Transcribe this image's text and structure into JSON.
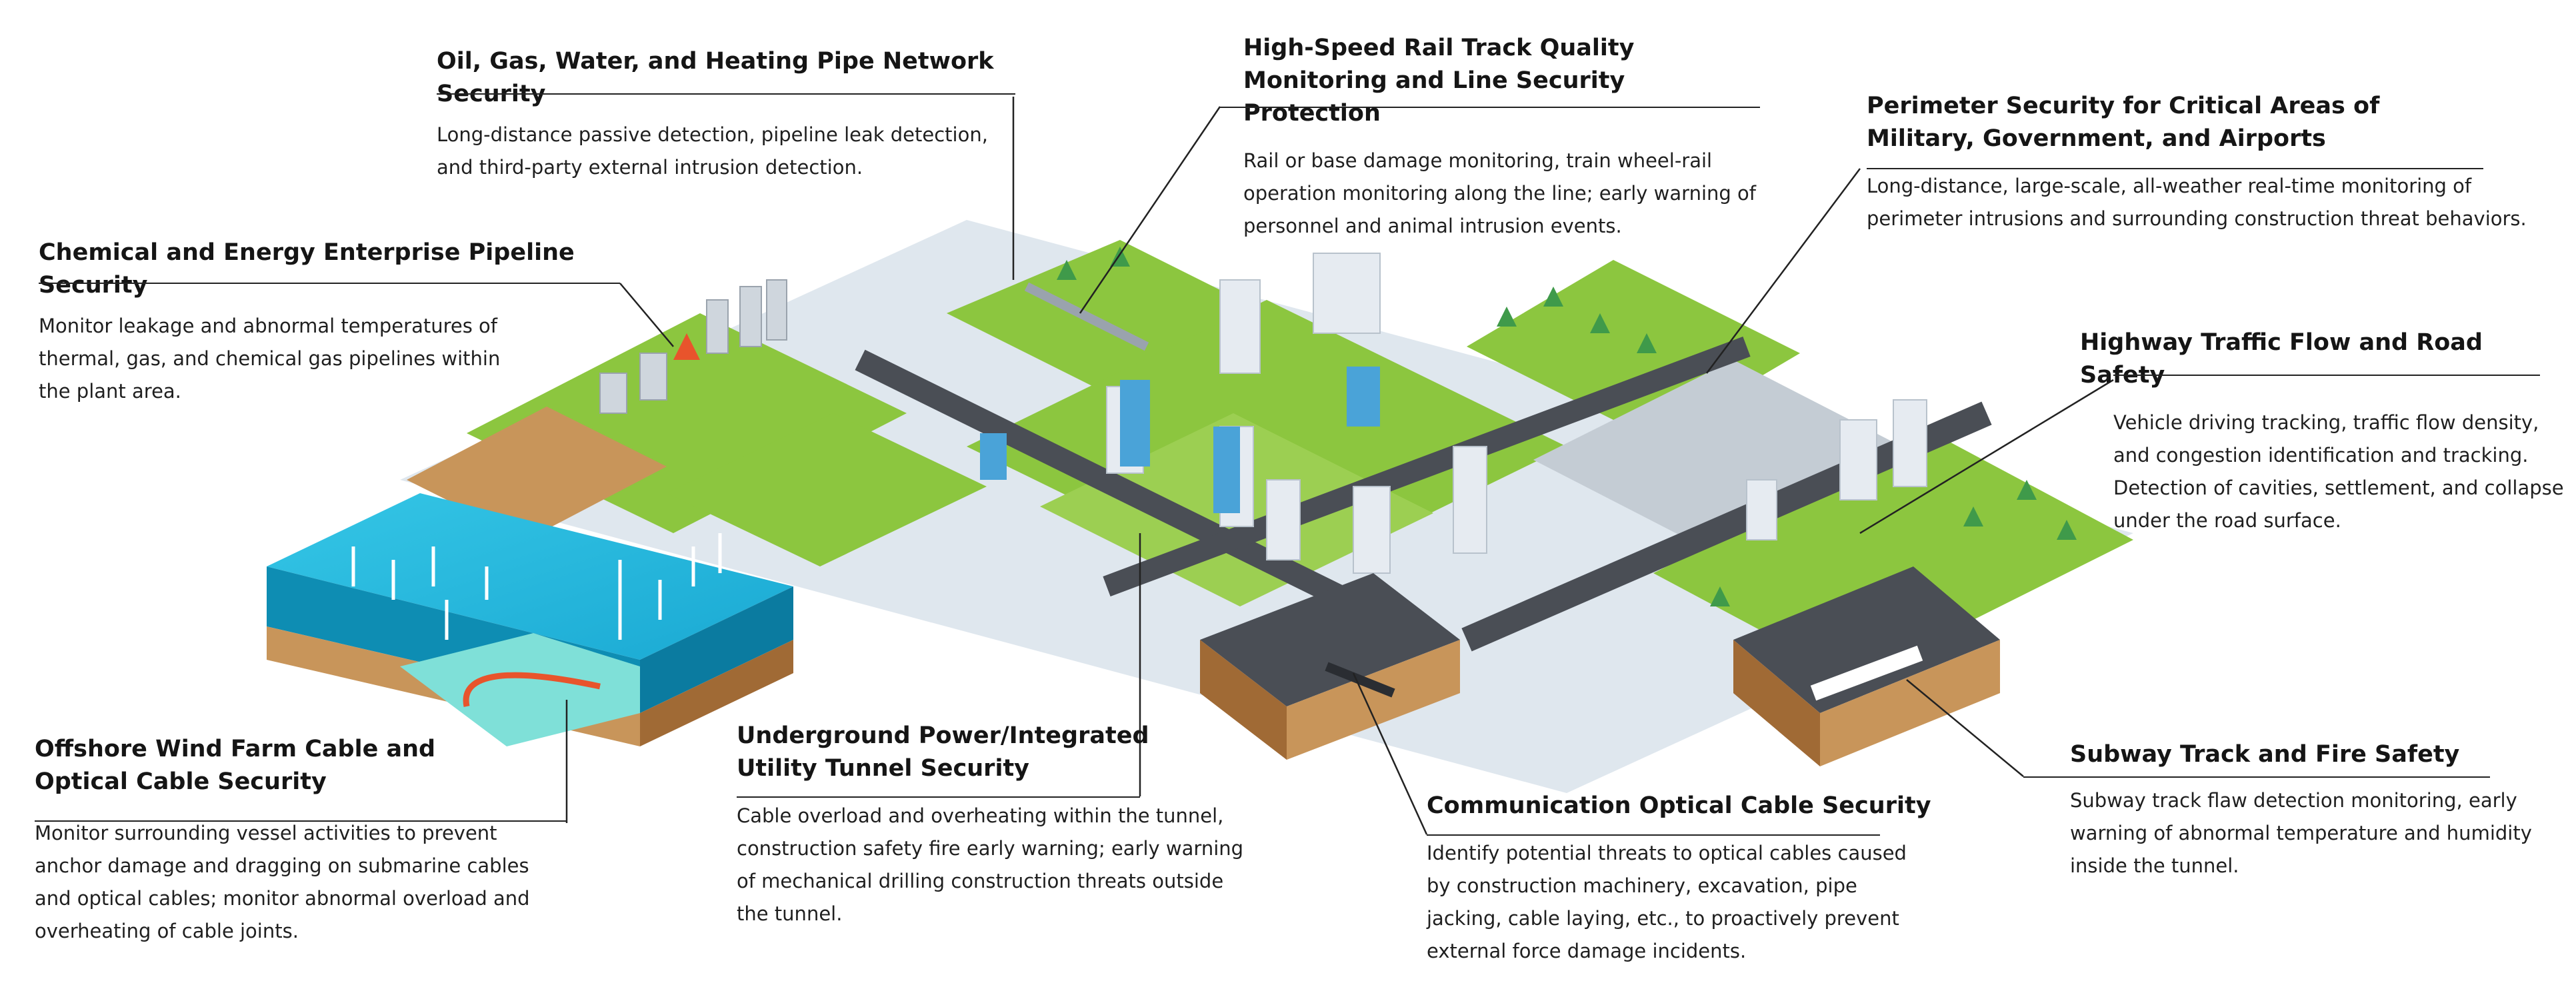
{
  "callouts": [
    {
      "id": "pipe-network",
      "title": "Oil, Gas, Water, and Heating Pipe Network Security",
      "body": "Long-distance passive detection, pipeline leak detection, and third-party external intrusion detection."
    },
    {
      "id": "rail",
      "title": "High-Speed Rail Track Quality Monitoring and Line Security Protection",
      "body": "Rail or base damage monitoring, train wheel-rail operation monitoring along the line; early warning of personnel and animal intrusion events."
    },
    {
      "id": "perimeter",
      "title": "Perimeter Security for Critical Areas of Military, Government, and Airports",
      "body": "Long-distance, large-scale, all-weather real-time monitoring of perimeter intrusions and surrounding construction threat behaviors."
    },
    {
      "id": "chemical",
      "title": "Chemical and Energy Enterprise Pipeline Security",
      "body": "Monitor leakage and abnormal temperatures of thermal, gas, and chemical gas pipelines within the plant area."
    },
    {
      "id": "highway",
      "title": "Highway Traffic Flow and Road Safety",
      "body": "Vehicle driving tracking, traffic flow density, and congestion identification and tracking. Detection of cavities, settlement, and collapse under the road surface."
    },
    {
      "id": "offshore",
      "title": "Offshore Wind Farm Cable and Optical Cable Security",
      "body": "Monitor surrounding vessel activities to prevent anchor damage and dragging on submarine cables and optical cables; monitor abnormal overload and overheating of cable joints."
    },
    {
      "id": "tunnel",
      "title": "Underground Power/Integrated Utility Tunnel Security",
      "body": "Cable overload and overheating within the tunnel, construction safety fire early warning; early warning of mechanical drilling construction threats outside the tunnel."
    },
    {
      "id": "optical",
      "title": "Communication Optical Cable Security",
      "body": "Identify potential threats to optical cables caused by construction machinery, excavation, pipe jacking, cable laying, etc., to proactively prevent external force damage incidents."
    },
    {
      "id": "subway",
      "title": "Subway Track and Fire Safety",
      "body": "Subway track flaw detection monitoring, early warning of abnormal temperature and humidity inside the tunnel."
    }
  ],
  "colors": {
    "grass": "#8cc63f",
    "grass_dark": "#6ea832",
    "sea": "#1fb5d8",
    "sea_dark": "#0e8db3",
    "road": "#4a4e55",
    "soil": "#c8955a",
    "soil_dark": "#a06a35",
    "tree": "#3f9a4a",
    "building": "#e6ebf1",
    "glass": "#4aa3d8",
    "cable": "#e8542c",
    "leader": "#222222"
  }
}
